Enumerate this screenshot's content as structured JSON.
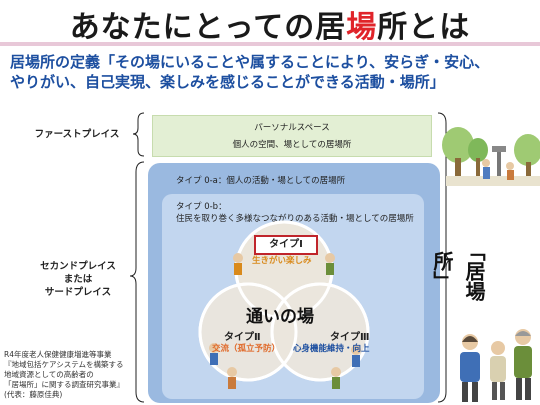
{
  "title": {
    "prefix": "あなたにとっての居",
    "highlight": "場",
    "suffix": "所とは"
  },
  "definition": {
    "line1": "居場所の定義「その場にいることや属することにより、安らぎ・安心、",
    "line2": "やりがい、自己実現、楽しみを感じることができる活動・場所」"
  },
  "left_labels": {
    "first_place": "ファーストプレイス",
    "second_place_l1": "セカンドプレイス",
    "second_place_l2": "または",
    "second_place_l3": "サードプレイス"
  },
  "personal_space": {
    "title": "パーソナルスペース",
    "desc": "個人の空間、場としての居場所"
  },
  "type_0a": "タイプ 0-a：個人の活動・場としての居場所",
  "type_0b": {
    "line1": "タイプ 0-b：",
    "line2": "住民を取り巻く多様なつながりのある活動・場としての居場所"
  },
  "type_1": {
    "label": "タイプⅠ",
    "desc": "生きがい楽しみ"
  },
  "type_2": {
    "label": "タイプⅡ",
    "desc": "交流（孤立予防）"
  },
  "type_3": {
    "label": "タイプⅢ",
    "desc": "心身機能維持・向上"
  },
  "center_label": "通いの場",
  "right_label": "「居場所」",
  "credit": {
    "l1": "R4年度老人保健健康増進等事業",
    "l2": "『地域包括ケアシステムを構築する",
    "l3": "地域資源としての高齢者の",
    "l4": "「居場所」に関する調査研究事業』",
    "l5": "(代表：藤原佳典)"
  },
  "colors": {
    "title_highlight": "#e0242a",
    "definition": "#1d4fa0",
    "type_1_desc": "#d98a1c",
    "type_2_desc": "#e06a2a",
    "type_3_desc": "#1d4fa0",
    "type_1_border": "#c0252b"
  }
}
